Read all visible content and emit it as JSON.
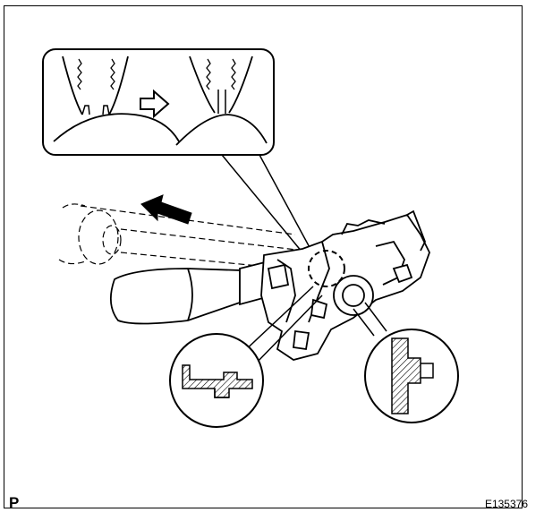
{
  "figure": {
    "corner_label": "P",
    "figure_id": "E135376"
  },
  "colors": {
    "line": "#000000",
    "background": "#ffffff",
    "arrow_fill": "#000000"
  },
  "icons": {
    "process_arrow": "hollow-right-arrow",
    "removal_arrow": "solid-direction-arrow"
  }
}
